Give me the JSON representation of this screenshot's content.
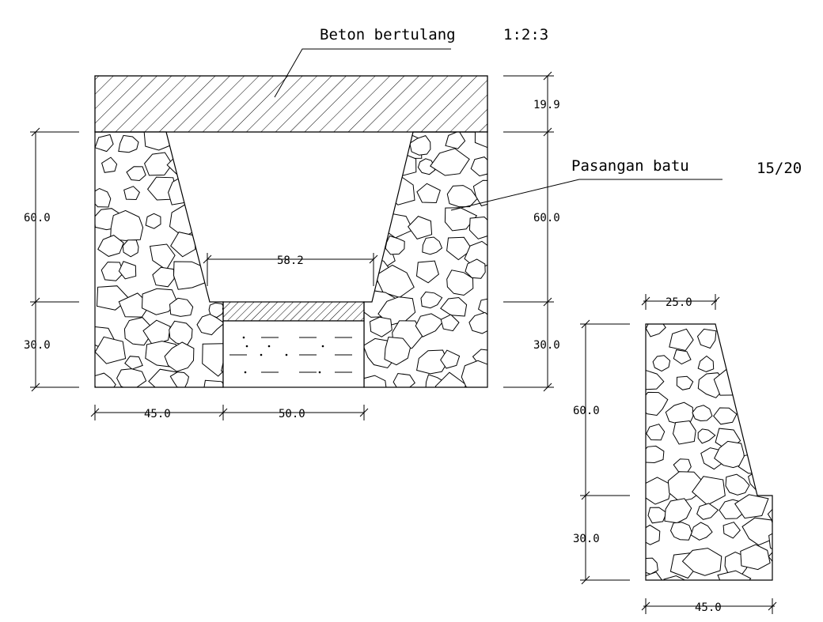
{
  "labels": {
    "concrete_label": "Beton bertulang",
    "concrete_ratio": "1:2:3",
    "masonry_label": "Pasangan batu",
    "masonry_ratio": "15/20"
  },
  "dimensions": {
    "slab_thickness": "19.9",
    "left_height_upper": "60.0",
    "left_height_lower": "30.0",
    "right_height_upper": "60.0",
    "right_height_lower": "30.0",
    "channel_bottom_width": "58.2",
    "left_wall_width": "45.0",
    "base_width": "50.0",
    "detail_top_width": "25.0",
    "detail_height_upper": "60.0",
    "detail_height_lower": "30.0",
    "detail_base_width": "45.0"
  }
}
